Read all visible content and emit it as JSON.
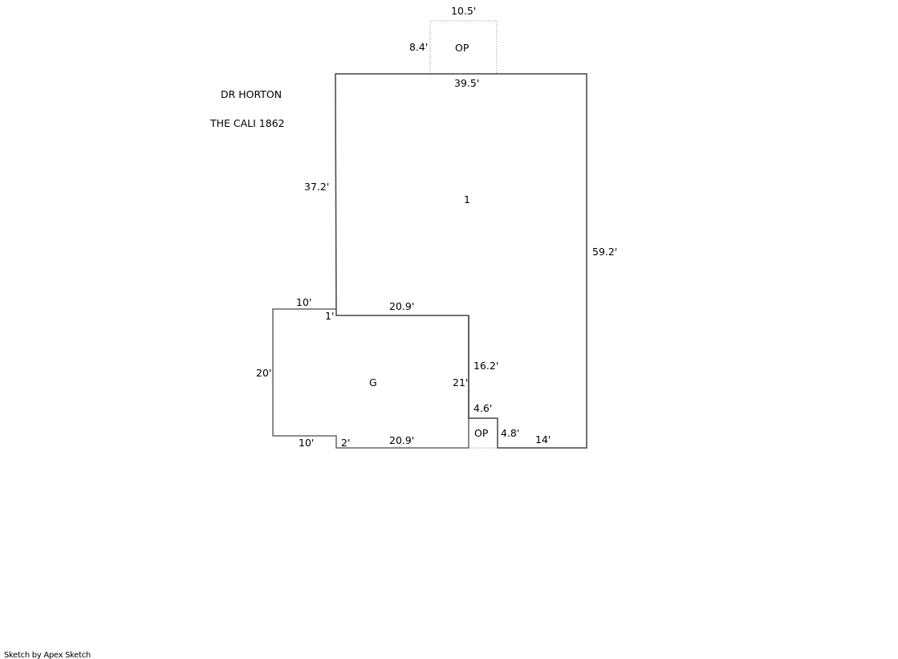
{
  "header": {
    "builder": "DR HORTON",
    "model": "THE CALI 1862"
  },
  "areas": {
    "main": "1",
    "garage": "G",
    "porch_top": "OP",
    "porch_bottom": "OP"
  },
  "dimensions": {
    "porch_top_width": "10.5'",
    "porch_top_depth": "8.4'",
    "main_top": "39.5'",
    "main_left": "37.2'",
    "main_right": "59.2'",
    "garage_top_left": "10'",
    "garage_jog_top": "1'",
    "garage_top": "20.9'",
    "garage_left": "20'",
    "garage_right": "21'",
    "main_inner": "16.2'",
    "porch_bottom_top": "4.6'",
    "porch_bottom_right": "4.8'",
    "main_bottom": "14'",
    "garage_bottom_left": "10'",
    "garage_jog_bottom": "2'",
    "garage_bottom": "20.9'"
  },
  "footer": {
    "credit": "Sketch by Apex Sketch"
  },
  "colors": {
    "line": "#555555",
    "dotted": "#aaaaaa"
  }
}
